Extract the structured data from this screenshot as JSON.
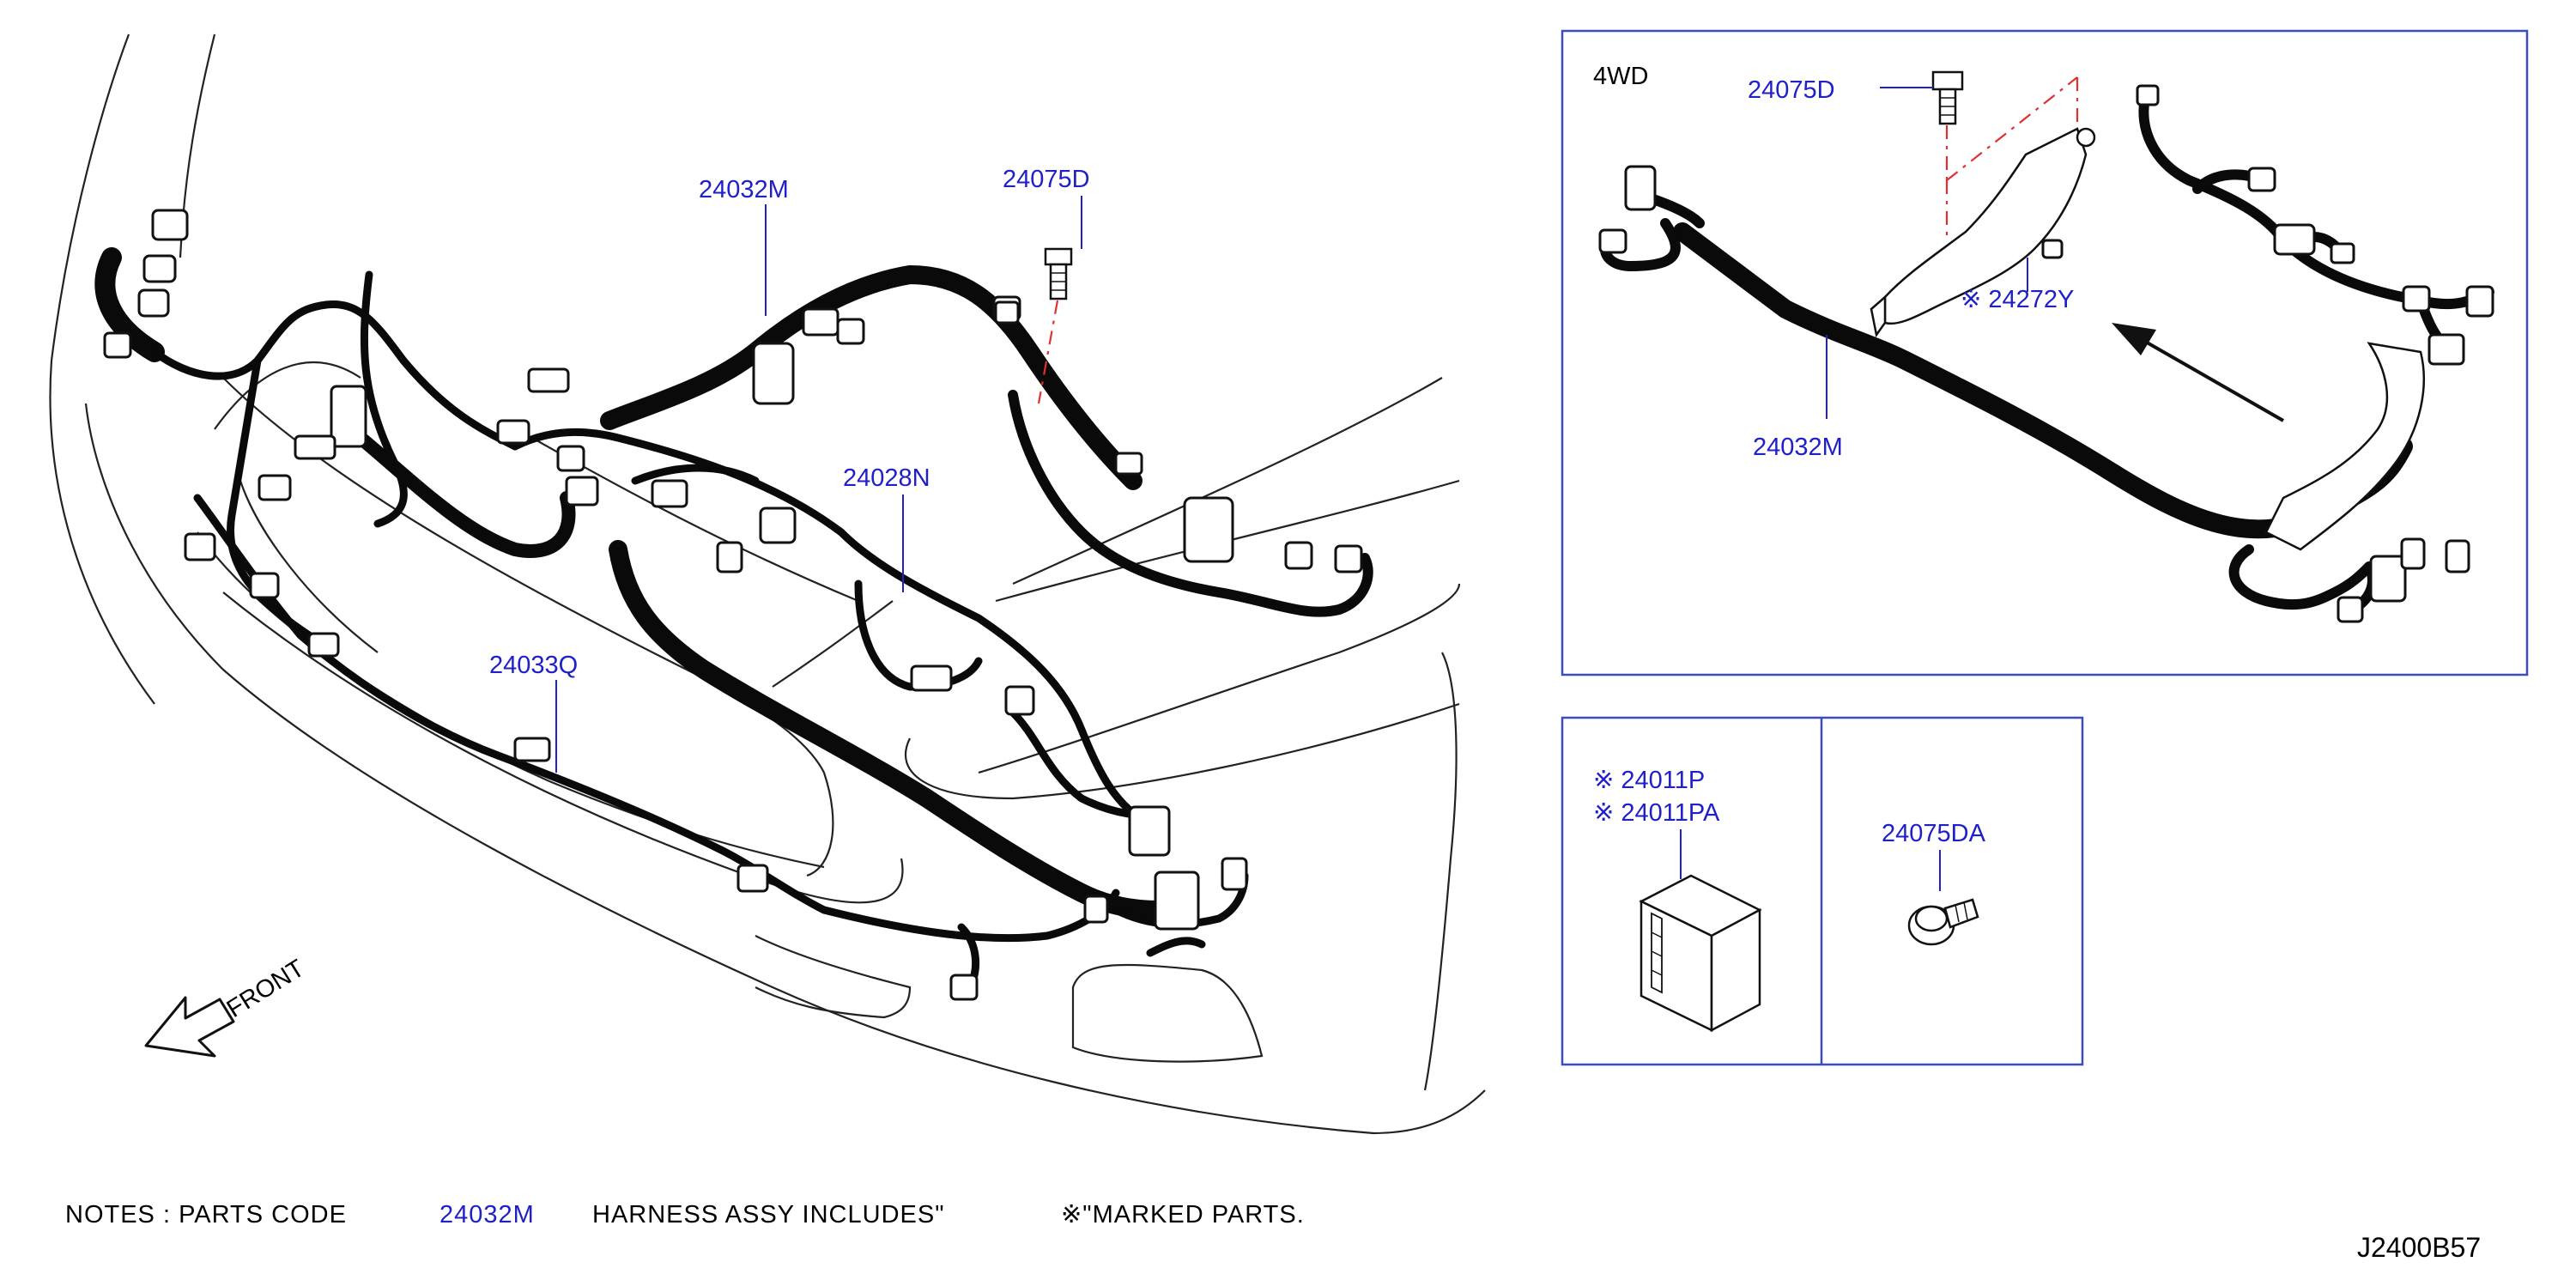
{
  "inset_4wd": {
    "variant_label": "4WD",
    "part_bolt": "24075D",
    "part_bracket": "※ 24272Y",
    "part_harness": "24032M"
  },
  "main": {
    "part_harness_top": "24032M",
    "part_bolt": "24075D",
    "part_harness_mid": "24028N",
    "part_harness_lower": "24033Q",
    "front_label": "FRONT"
  },
  "parts_box": {
    "part_module_a": "※ 24011P",
    "part_module_b": "※ 24011PA",
    "part_bolt": "24075DA"
  },
  "notes": {
    "prefix": "NOTES  :  PARTS  CODE",
    "code": "24032M",
    "middle": "HARNESS  ASSY  INCLUDES\"",
    "suffix": "※\"MARKED  PARTS."
  },
  "diagram_id": "J2400B57",
  "colors": {
    "part_number": "#2020c8",
    "panel_border": "#3a4cc0",
    "dash_line": "#e03030",
    "harness": "#0a0a0a"
  }
}
